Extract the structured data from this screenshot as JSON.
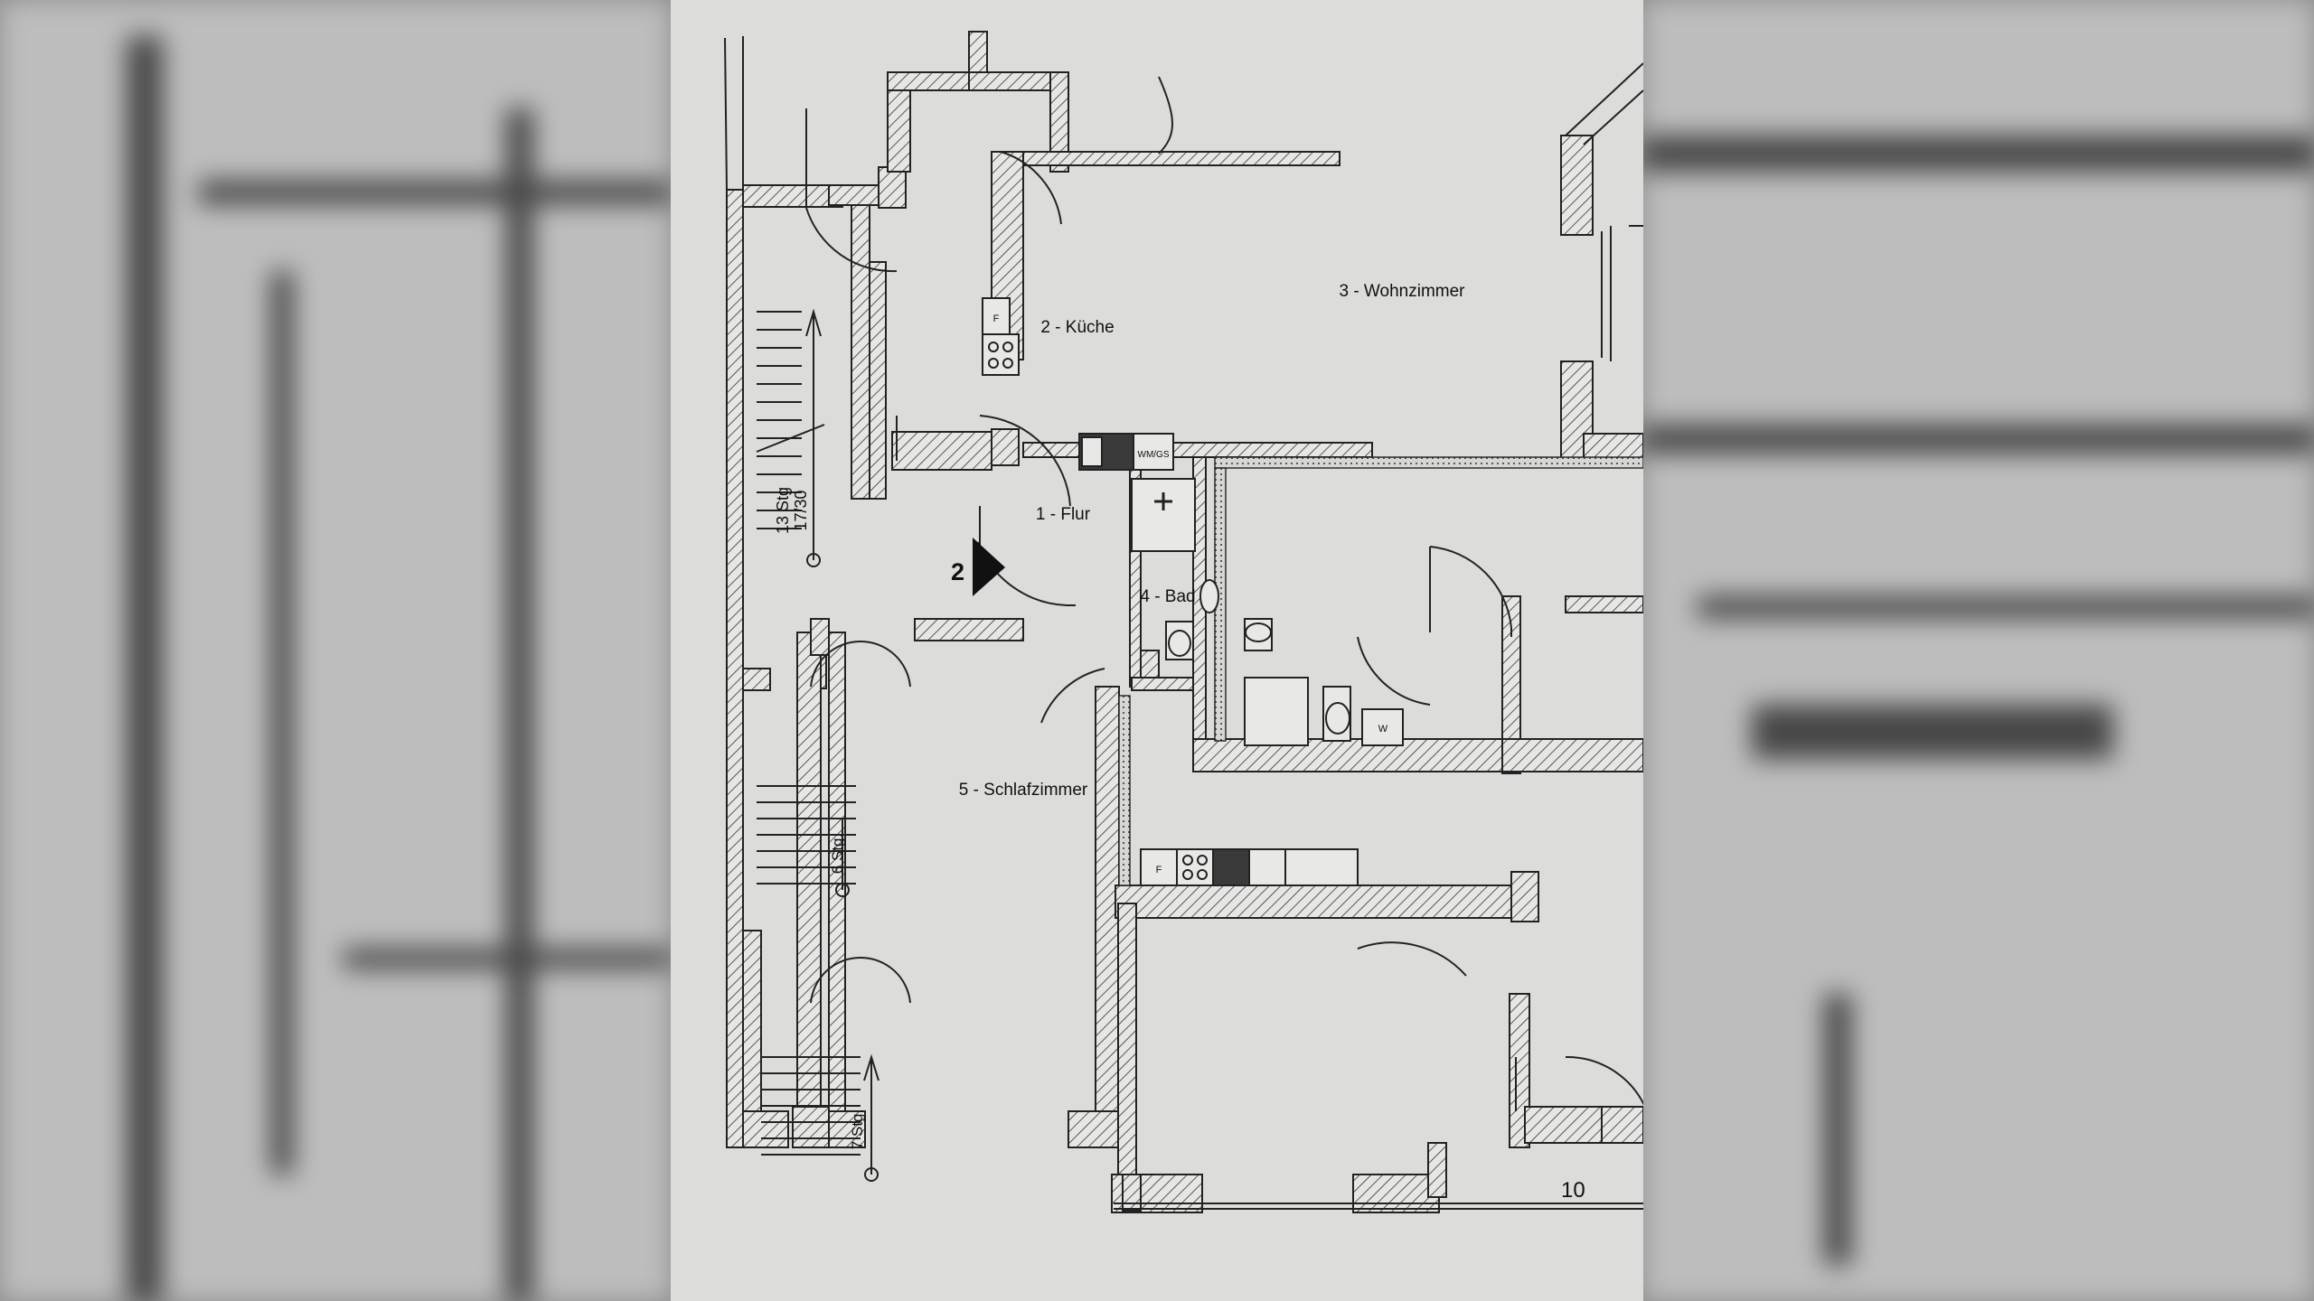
{
  "plan": {
    "rooms": [
      {
        "id": "flur",
        "label": "1 - Flur"
      },
      {
        "id": "kueche",
        "label": "2 - Küche"
      },
      {
        "id": "wohnzimmer",
        "label": "3 - Wohnzimmer"
      },
      {
        "id": "bad",
        "label": "4 - Bad"
      },
      {
        "id": "schlafzimmer",
        "label": "5 - Schlafzimmer"
      }
    ],
    "entrance_number": "2",
    "dimension_label": "10",
    "stairs": [
      {
        "id": "main",
        "label": "13 Stg",
        "ratio": "17/30"
      },
      {
        "id": "mid",
        "label": "6 Stg."
      },
      {
        "id": "lower",
        "label": "7 Stg."
      }
    ],
    "appliances": {
      "fridge_top": "F",
      "fridge_lower": "F",
      "washer_dryer": "WM/GS",
      "washer_lower": "W"
    }
  }
}
